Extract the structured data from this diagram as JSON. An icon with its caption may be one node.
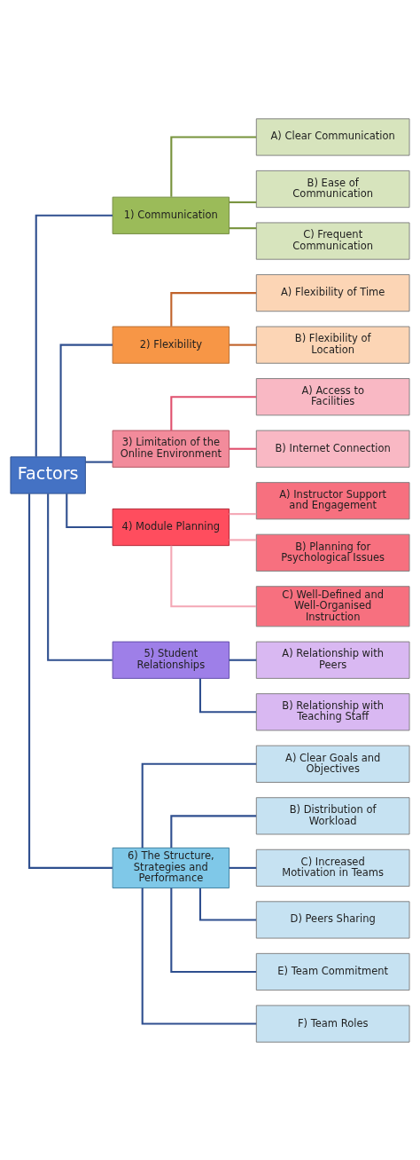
{
  "diagram": {
    "nodes": [
      {
        "text": [
          "Factors"
        ]
      },
      {
        "text": [
          "1) Communication"
        ]
      },
      {
        "text": [
          "A) Clear Communication"
        ]
      },
      {
        "text": [
          "B) Ease of Communication"
        ]
      },
      {
        "text": [
          "C) Frequent Communication"
        ]
      },
      {
        "text": [
          "2) Flexibility"
        ]
      },
      {
        "text": [
          "A) Flexibility of Time"
        ]
      },
      {
        "text": [
          "B) Flexibility of Location"
        ]
      },
      {
        "text": [
          "3) Limitation of the Online Environment"
        ]
      },
      {
        "text": [
          "A) Access to Facilities"
        ]
      },
      {
        "text": [
          "B) Internet Connection"
        ]
      },
      {
        "text": [
          "4) Module Planning"
        ]
      },
      {
        "text": [
          "A) Instructor Support and Engagement"
        ]
      },
      {
        "text": [
          "B) Planning for Psychological Issues"
        ]
      },
      {
        "text": [
          "C) Well-Defined and Well-Organised Instruction"
        ]
      },
      {
        "text": [
          "5) Student Relationships"
        ]
      },
      {
        "text": [
          "A) Relationship with Peers"
        ]
      },
      {
        "text": [
          "B) Relationship with Teaching Staff"
        ]
      },
      {
        "text": [
          "6) The Structure, Strategies and Performance"
        ]
      },
      {
        "text": [
          "A) Clear Goals and Objectives"
        ]
      },
      {
        "text": [
          "B) Distribution of Workload"
        ]
      },
      {
        "text": [
          "C) Increased Motivation in Teams"
        ]
      },
      {
        "text": [
          "D) Peers Sharing"
        ]
      },
      {
        "text": [
          "E) Team Commitment"
        ]
      },
      {
        "text": [
          "F) Team Roles"
        ]
      }
    ],
    "edges": [
      {
        "from": 0,
        "to": 1,
        "arrow": "none"
      },
      {
        "from": 0,
        "to": 5,
        "arrow": "none"
      },
      {
        "from": 0,
        "to": 8,
        "arrow": "none"
      },
      {
        "from": 0,
        "to": 11,
        "arrow": "none"
      },
      {
        "from": 0,
        "to": 15,
        "arrow": "none"
      },
      {
        "from": 0,
        "to": 18,
        "arrow": "none"
      },
      {
        "from": 1,
        "to": 2,
        "arrow": "none",
        "color": "#77933c"
      },
      {
        "from": 1,
        "to": 3,
        "arrow": "none",
        "color": "#77933c"
      },
      {
        "from": 1,
        "to": 4,
        "arrow": "none",
        "color": "#77933c"
      },
      {
        "from": 5,
        "to": 6,
        "arrow": "none",
        "color": "#c0622a"
      },
      {
        "from": 5,
        "to": 7,
        "arrow": "none",
        "color": "#c0622a"
      },
      {
        "from": 8,
        "to": 9,
        "arrow": "none",
        "color": "#e0506e"
      },
      {
        "from": 8,
        "to": 10,
        "arrow": "none",
        "color": "#e0506e"
      },
      {
        "from": 11,
        "to": 12,
        "arrow": "none",
        "color": "#f4a7b5"
      },
      {
        "from": 11,
        "to": 13,
        "arrow": "none",
        "color": "#f4a7b5"
      },
      {
        "from": 11,
        "to": 14,
        "arrow": "none",
        "color": "#f4a7b5"
      },
      {
        "from": 15,
        "to": 16,
        "arrow": "none"
      },
      {
        "from": 15,
        "to": 17,
        "arrow": "none"
      },
      {
        "from": 18,
        "to": 19,
        "arrow": "none"
      },
      {
        "from": 18,
        "to": 20,
        "arrow": "none"
      },
      {
        "from": 18,
        "to": 21,
        "arrow": "none"
      },
      {
        "from": 18,
        "to": 22,
        "arrow": "none"
      },
      {
        "from": 18,
        "to": 23,
        "arrow": "none"
      },
      {
        "from": 18,
        "to": 24,
        "arrow": "none"
      }
    ]
  }
}
